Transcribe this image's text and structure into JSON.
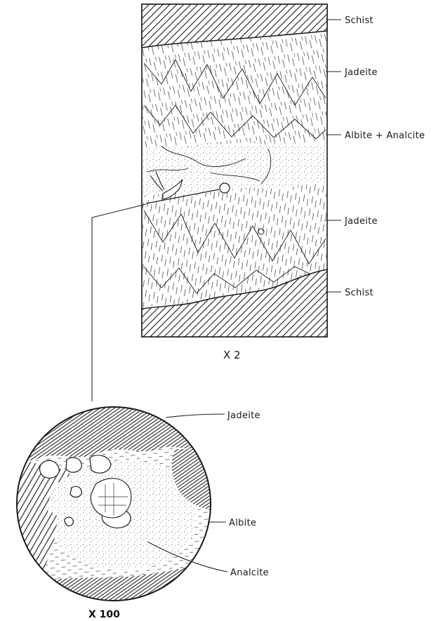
{
  "vein_section": {
    "labels": [
      "Schist",
      "Jadeite",
      "Albite + Analcite",
      "Jadeite",
      "Schist"
    ],
    "magnification": "X 2"
  },
  "thin_section": {
    "labels": [
      "Jadeite",
      "Albite",
      "Analcite"
    ],
    "magnification": "X 100"
  },
  "colors": {
    "ink": "#1a1a1a",
    "paper": "#ffffff",
    "stipple": "#555555"
  }
}
